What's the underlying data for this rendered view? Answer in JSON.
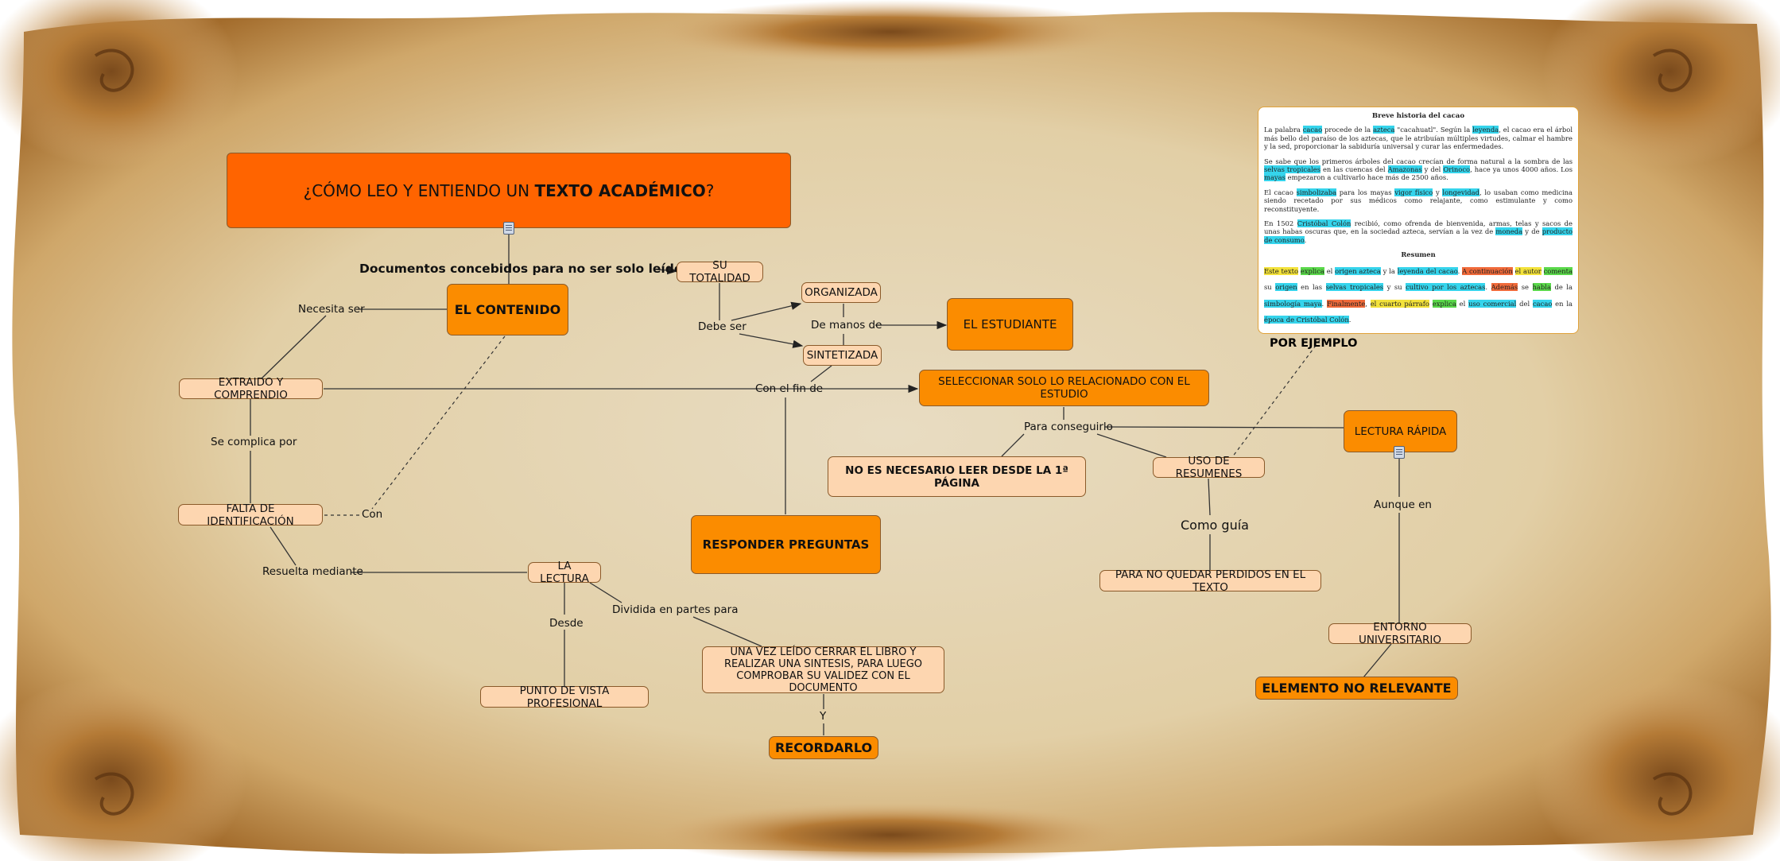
{
  "title": {
    "prefix": "¿CÓMO LEO Y ENTIENDO UN ",
    "bold": "TEXTO ACADÉMICO",
    "suffix": "?"
  },
  "nodes": {
    "contenido": "EL CONTENIDO",
    "totalidad": "SU TOTALIDAD",
    "organizada": "ORGANIZADA",
    "sintetizada": "SINTETIZADA",
    "estudiante": "EL ESTUDIANTE",
    "extraido": "EXTRAIDO Y COMPRENDIO",
    "seleccionar": "SELECCIONAR SOLO LO RELACIONADO CON EL ESTUDIO",
    "lectura_rapida": "LECTURA RÁPIDA",
    "no_necesario": "NO ES NECESARIO LEER DESDE LA 1ª PÁGINA",
    "uso_resumenes": "USO DE RESUMENES",
    "falta": "FALTA DE IDENTIFICACIÓN",
    "responder": "RESPONDER PREGUNTAS",
    "no_perdidos": "PARA NO QUEDAR PERDIDOS EN EL TEXTO",
    "lectura": "LA LECTURA",
    "cerrar": "UNA VEZ LEÍDO CERRAR EL LIBRO Y REALIZAR UNA SINTESIS, PARA LUEGO COMPROBAR SU VALIDEZ CON EL DOCUMENTO",
    "entorno": "ENTORNO UNIVERSITARIO",
    "punto_vista": "PUNTO DE VISTA PROFESIONAL",
    "no_relevante": "ELEMENTO NO RELEVANTE",
    "recordarlo": "RECORDARLO"
  },
  "links": {
    "documentos": "Documentos concebidos para no ser solo leídos",
    "necesita_ser": "Necesita ser",
    "debe_ser": "Debe ser",
    "de_manos_de": "De manos de",
    "con_el_fin_de": "Con el fin de",
    "se_complica_por": "Se complica por",
    "para_conseguirlo": "Para conseguirlo",
    "con": "Con",
    "aunque_en": "Aunque en",
    "como_guia": "Como guía",
    "resuelta_mediante": "Resuelta mediante",
    "dividida": "Dividida en partes para",
    "desde": "Desde",
    "y": "Y",
    "por_ejemplo": "POR EJEMPLO"
  },
  "document": {
    "title": "Breve historia del cacao",
    "p1": [
      "La palabra ",
      "cacao",
      " procede de la ",
      "azteca",
      " \"cacahuatl\". Según la ",
      "leyenda",
      ", el cacao era el árbol más bello del paraíso de los aztecas, que le atribuían múltiples virtudes, calmar el hambre y la sed, proporcionar la sabiduría universal y curar las enfermedades."
    ],
    "p2": [
      "Se sabe que los primeros árboles del cacao crecían de forma natural a la sombra de las ",
      "selvas tropicales",
      " en las cuencas del ",
      "Amazonas",
      " y del ",
      "Orinoco",
      ", hace ya unos 4000 años. Los ",
      "mayas",
      " empezaron a cultivarlo hace más de 2500 años."
    ],
    "p3": [
      "El cacao ",
      "simbolizaba",
      " para los mayas ",
      "vigor físico",
      " y ",
      "longevidad",
      ", lo usaban como medicina siendo recetado por sus médicos como relajante, como estimulante y como reconstituyente."
    ],
    "p4": [
      "En 1502 ",
      "Cristóbal Colón",
      " recibió, como ofrenda de bienvenida, armas, telas y sacos de unas habas oscuras que, en la sociedad azteca, servían a la vez de ",
      "moneda",
      " y de ",
      "producto de consumo",
      "."
    ],
    "summary_title": "Resumen",
    "summary": [
      "Este texto",
      " ",
      "explica",
      " el ",
      "origen azteca",
      " y la ",
      "leyenda del cacao",
      ". ",
      "A continuación",
      " ",
      "el autor",
      " ",
      "comenta",
      " su ",
      "origen",
      " en las ",
      "selvas tropicales",
      " y su ",
      "cultivo por los aztecas",
      ". ",
      "Además",
      " se ",
      "habla",
      " de la ",
      "simbología maya",
      ". ",
      "Finalmente",
      ", ",
      "el cuarto párrafo",
      " ",
      "explica",
      " el ",
      "uso comercial",
      " del ",
      "cacao",
      " en la ",
      "época de Cristóbal Colón",
      "."
    ]
  },
  "colors": {
    "title_fill": "#ff6400",
    "main_fill": "#fb8c00",
    "concept_fill": "#fdd6b0",
    "highlight_cyan": "#35d4ec",
    "highlight_green": "#5ad84a",
    "highlight_yellow": "#f3e23a",
    "highlight_red": "#f06a3a"
  }
}
